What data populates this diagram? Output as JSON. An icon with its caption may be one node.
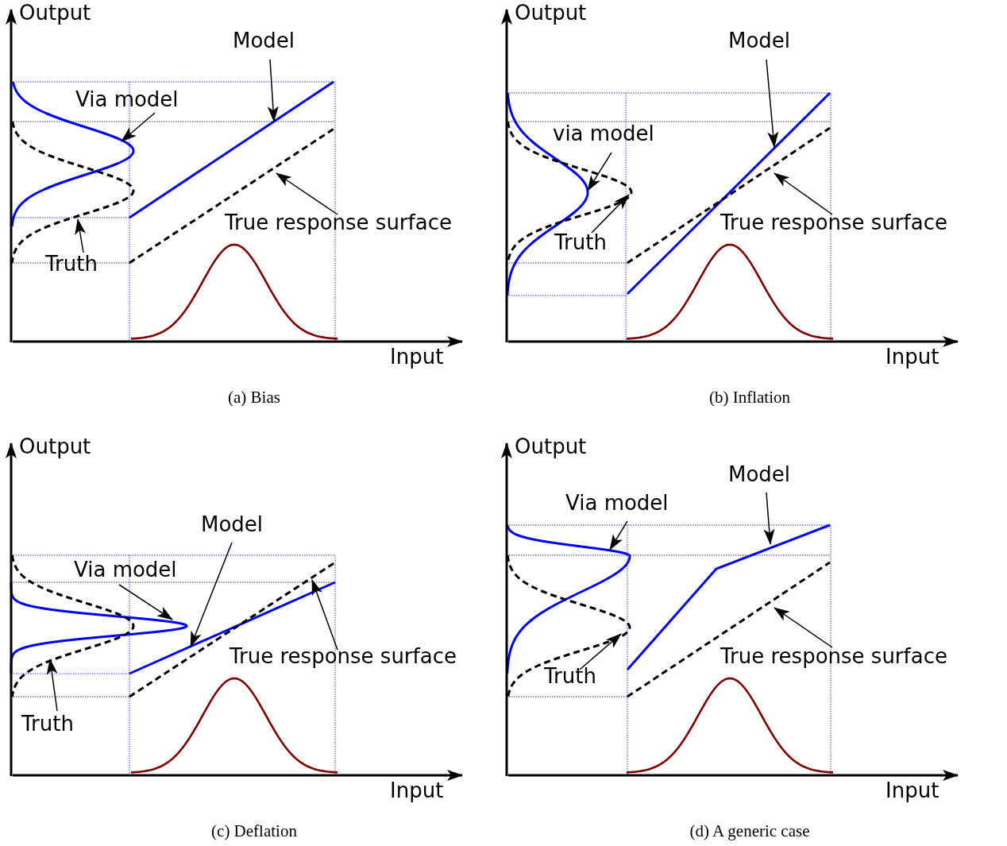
{
  "diagram": {
    "nodes": [
      {
        "text": [
          "Model"
        ]
      },
      {
        "text": [
          "Via model"
        ]
      },
      {
        "text": [
          "True response surface"
        ]
      },
      {
        "text": [
          "Truth"
        ]
      },
      {
        "text": [
          "Model"
        ]
      },
      {
        "text": [
          "via model"
        ]
      },
      {
        "text": [
          "True response surface"
        ]
      },
      {
        "text": [
          "Truth"
        ]
      },
      {
        "text": [
          "Model"
        ]
      },
      {
        "text": [
          "Via model"
        ]
      },
      {
        "text": [
          "True response surface"
        ]
      },
      {
        "text": [
          "Truth"
        ]
      },
      {
        "text": [
          "Via model"
        ]
      },
      {
        "text": [
          "Model"
        ]
      },
      {
        "text": [
          "True response surface"
        ]
      },
      {
        "text": [
          "Truth"
        ]
      }
    ],
    "edges": [
      {
        "from": 0,
        "to": null,
        "arrow": "to"
      },
      {
        "from": 1,
        "to": null,
        "arrow": "to"
      },
      {
        "from": 2,
        "to": null,
        "arrow": "to"
      },
      {
        "from": 3,
        "to": null,
        "arrow": "to"
      },
      {
        "from": 4,
        "to": null,
        "arrow": "to"
      },
      {
        "from": 5,
        "to": null,
        "arrow": "to"
      },
      {
        "from": 6,
        "to": null,
        "arrow": "to"
      },
      {
        "from": 7,
        "to": null,
        "arrow": "to"
      },
      {
        "from": 8,
        "to": null,
        "arrow": "to"
      },
      {
        "from": 9,
        "to": null,
        "arrow": "to"
      },
      {
        "from": 10,
        "to": null,
        "arrow": "to"
      },
      {
        "from": 11,
        "to": null,
        "arrow": "to"
      },
      {
        "from": 12,
        "to": null,
        "arrow": "to"
      },
      {
        "from": 13,
        "to": null,
        "arrow": "to"
      },
      {
        "from": 14,
        "to": null,
        "arrow": "to"
      },
      {
        "from": 15,
        "to": null,
        "arrow": "to"
      }
    ],
    "labels": [
      "Output",
      "Output",
      "Input",
      "Input",
      "(a) Bias",
      "(b) Inflation",
      "Output",
      "Output",
      "Input",
      "Input",
      "(c) Deflation",
      "(d) A generic case"
    ]
  }
}
